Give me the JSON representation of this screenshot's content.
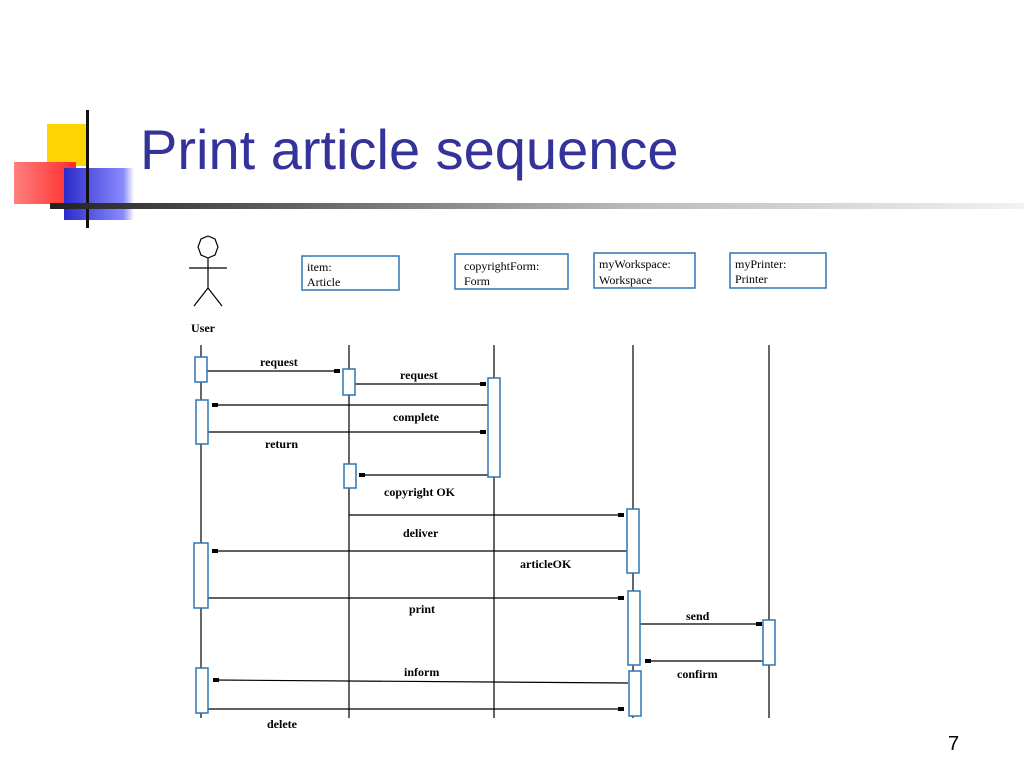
{
  "slide": {
    "title": "Print article sequence",
    "page_number": "7"
  },
  "diagram": {
    "actor": {
      "name": "User"
    },
    "objects": [
      {
        "line1": "item:",
        "line2": "Article"
      },
      {
        "line1": "copyrightForm:",
        "line2": "Form"
      },
      {
        "line1": "myWorkspace:",
        "line2": "Workspace"
      },
      {
        "line1": "myPrinter:",
        "line2": "Printer"
      }
    ],
    "messages": [
      {
        "label": "request"
      },
      {
        "label": "request"
      },
      {
        "label": "complete"
      },
      {
        "label": "return"
      },
      {
        "label": "copyright OK"
      },
      {
        "label": "deliver"
      },
      {
        "label": "articleOK"
      },
      {
        "label": "print"
      },
      {
        "label": "send"
      },
      {
        "label": "confirm"
      },
      {
        "label": "inform"
      },
      {
        "label": "delete"
      }
    ],
    "colors": {
      "title": "#333399",
      "object_border": "#2e75b6",
      "activation_border": "#2e75b6",
      "line": "#000000"
    }
  }
}
